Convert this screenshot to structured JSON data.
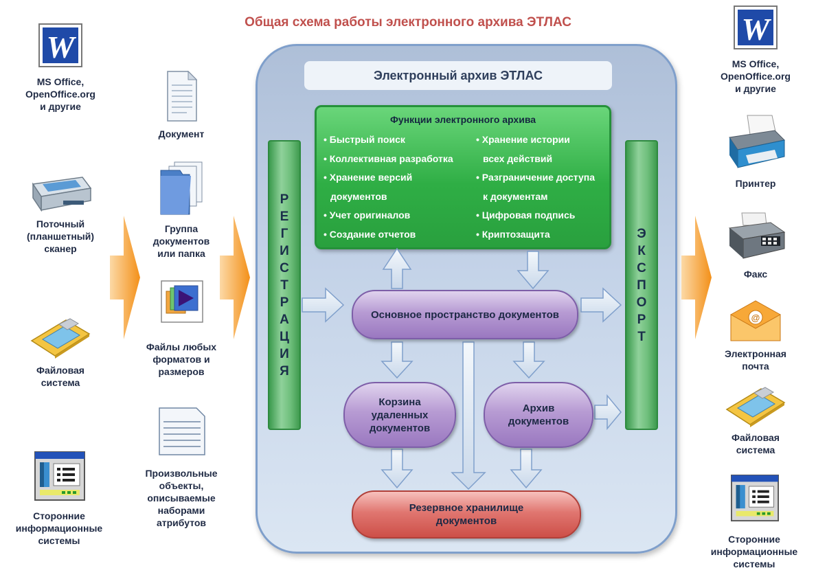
{
  "title": "Общая схема работы электронного архива ЭТЛАС",
  "archive": {
    "title": "Электронный архив ЭТЛАС"
  },
  "registration": {
    "letters": [
      "Р",
      "Е",
      "Г",
      "И",
      "С",
      "Т",
      "Р",
      "А",
      "Ц",
      "И",
      "Я"
    ]
  },
  "export": {
    "letters": [
      "Э",
      "К",
      "С",
      "П",
      "О",
      "Р",
      "Т"
    ]
  },
  "functions": {
    "title": "Функции электронного архива",
    "left": [
      "Быстрый поиск",
      "Коллективная разработка",
      "Хранение версий",
      "документов",
      "Учет оригиналов",
      "Создание отчетов"
    ],
    "right": [
      "Хранение истории",
      "всех действий",
      "Разграничение доступа",
      "к документам",
      "Цифровая подпись",
      "Криптозащита"
    ]
  },
  "nodes": {
    "main_space": "Основное пространство документов",
    "trash": "Корзина\nудаленных\nдокументов",
    "archive_docs": "Архив\nдокументов",
    "backup": "Резервное хранилище\nдокументов"
  },
  "sources": {
    "ms_office": "MS Office,\nOpenOffice.org\nи другие",
    "scanner": "Поточный\n(планшетный)\nсканер",
    "file_system": "Файловая\nсистема",
    "external_systems": "Сторонние\nинформационные\nсистемы"
  },
  "inputs": {
    "document": "Документ",
    "group": "Группа\nдокументов\nили папка",
    "files": "Файлы любых\nформатов и\nразмеров",
    "objects": "Произвольные\nобъекты,\nописываемые\nнаборами\nатрибутов"
  },
  "outputs": {
    "ms_office": "MS Office,\nOpenOffice.org\nи другие",
    "printer": "Принтер",
    "fax": "Факс",
    "email": "Электронная\nпочта",
    "file_system": "Файловая\nсистема",
    "external_systems": "Сторонние\nинформационные\nсистемы"
  },
  "icons": {
    "word": "word-icon",
    "scanner": "scanner-icon",
    "floppy": "floppy-disk-icon",
    "system": "system-window-icon",
    "document": "document-icon",
    "folder": "folder-icon",
    "media": "media-file-icon",
    "form": "form-document-icon",
    "printer": "printer-icon",
    "fax": "fax-icon",
    "email": "email-envelope-icon"
  },
  "colors": {
    "title": "#c0504d",
    "function_block": "#2fae45",
    "side_bar": "#6fbf7c",
    "pill_purple": "#b79bd3",
    "pill_red": "#e07670",
    "big_arrow": "#f7941d"
  }
}
